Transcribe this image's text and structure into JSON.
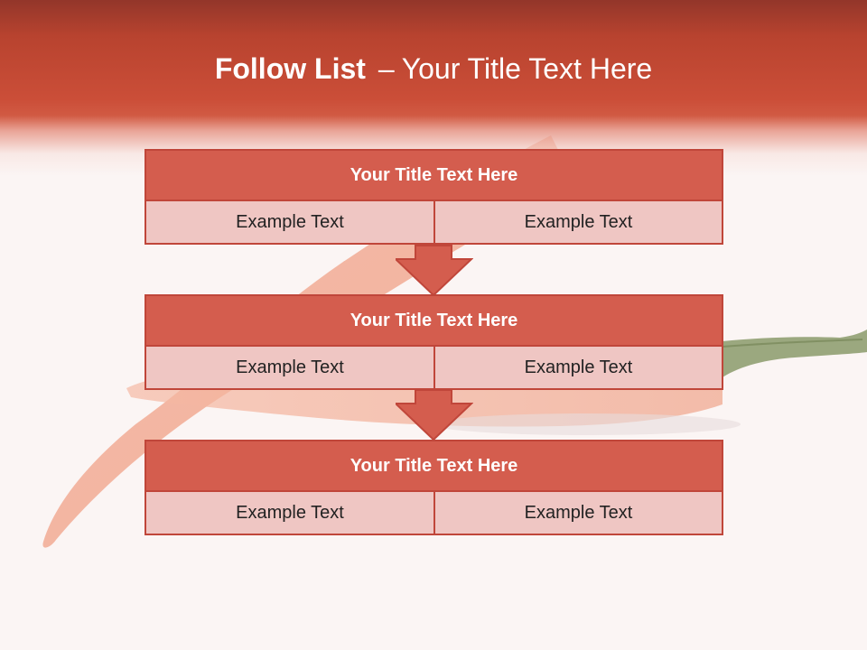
{
  "title": {
    "bold": "Follow List",
    "separator": "–",
    "rest": "Your Title Text Here"
  },
  "blocks": [
    {
      "header": "Your Title Text Here",
      "left": "Example Text",
      "right": "Example Text"
    },
    {
      "header": "Your Title Text Here",
      "left": "Example Text",
      "right": "Example Text"
    },
    {
      "header": "Your Title Text Here",
      "left": "Example Text",
      "right": "Example Text"
    }
  ],
  "colors": {
    "header_band": "#cb4e38",
    "block_header": "#d45d4e",
    "block_border": "#c0463a",
    "cell_fill": "#efc6c3",
    "arrow": "#d45d4e"
  },
  "icons": [
    "chili-pepper-background",
    "down-arrow-icon"
  ]
}
